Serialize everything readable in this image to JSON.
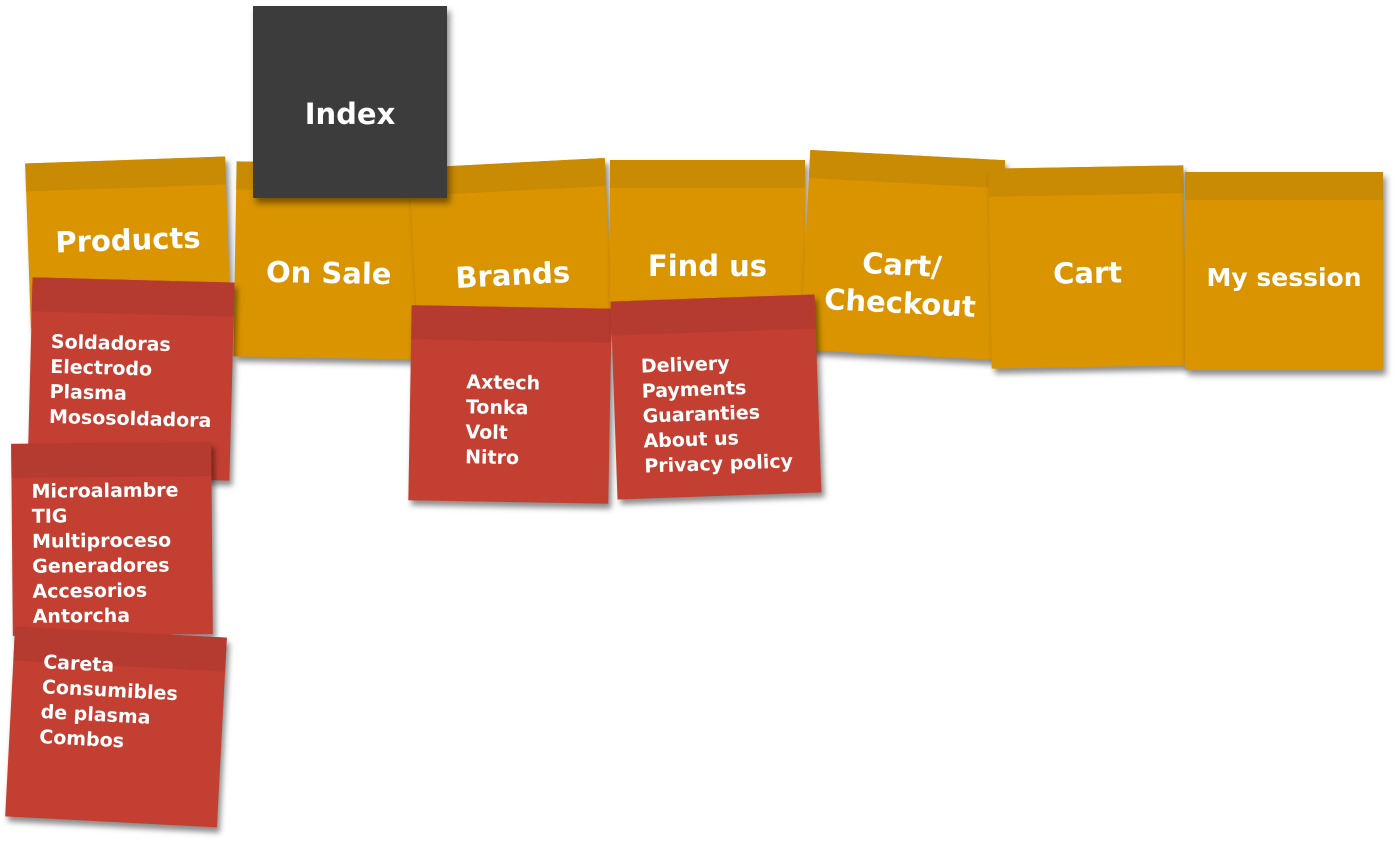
{
  "nav": {
    "index": "Index",
    "products": "Products",
    "on_sale": "On Sale",
    "brands": "Brands",
    "find_us": "Find us",
    "cart_checkout_line1": "Cart/",
    "cart_checkout_line2": "Checkout",
    "cart": "Cart",
    "my_session": "My session"
  },
  "products_groups": [
    [
      "Soldadoras",
      "Electrodo",
      "Plasma",
      "Mososoldadora"
    ],
    [
      "Microalambre",
      "TIG",
      "Multiproceso",
      "Generadores",
      "Accesorios",
      "Antorcha"
    ],
    [
      "Careta",
      "Consumibles",
      "de plasma",
      "Combos"
    ]
  ],
  "brands": [
    "Axtech",
    "Tonka",
    "Volt",
    "Nitro"
  ],
  "find_us": [
    "Delivery",
    "Payments",
    "Guaranties",
    "About us",
    "Privacy policy"
  ],
  "colors": {
    "orange": "#D99400",
    "orange_band": "#C98A04",
    "red": "#C33F32",
    "red_band": "#B53A2F",
    "dark": "#3B3C3B"
  }
}
